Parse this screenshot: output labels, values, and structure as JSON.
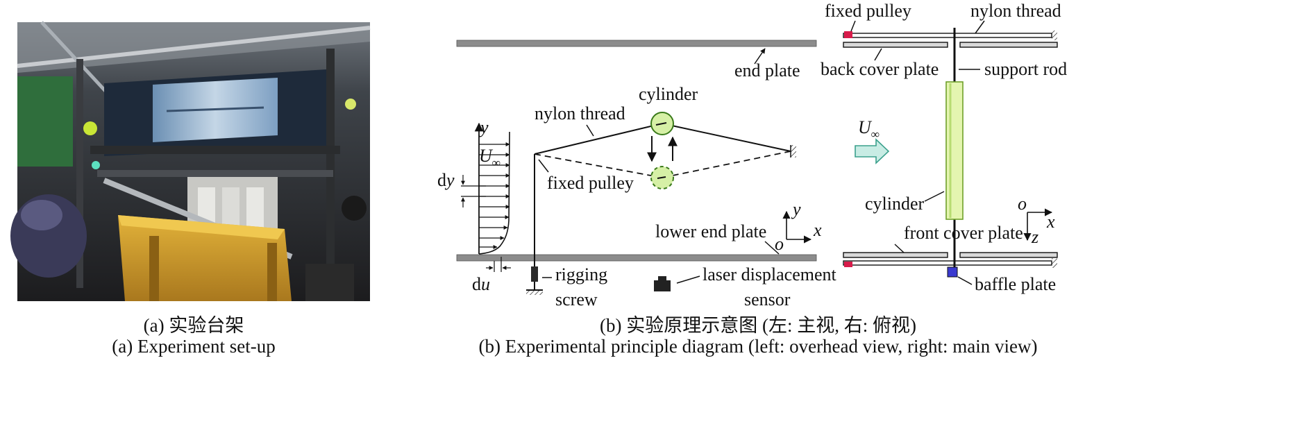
{
  "captions": {
    "a_cn": "(a) 实验台架",
    "a_en": "(a) Experiment set-up",
    "b_cn": "(b) 实验原理示意图 (左: 主视, 右: 俯视)",
    "b_en": "(b) Experimental principle diagram (left: overhead view, right: main view)"
  },
  "left_view": {
    "end_plate": "end plate",
    "cylinder": "cylinder",
    "nylon_thread": "nylon thread",
    "fixed_pulley": "fixed pulley",
    "lower_end_plate": "lower end plate",
    "rigging_screw_1": "rigging",
    "rigging_screw_2": "screw",
    "laser_1": "laser displacement",
    "laser_2": "sensor",
    "y": "y",
    "U": "U",
    "inf": "∞",
    "dy_d": "d",
    "dy_y": "y",
    "du_d": "d",
    "du_u": "u",
    "axis_y": "y",
    "axis_x": "x",
    "axis_o": "o"
  },
  "right_view": {
    "fixed_pulley": "fixed pulley",
    "nylon_thread": "nylon thread",
    "back_cover_plate": "back cover plate",
    "support_rod": "support rod",
    "U": "U",
    "inf": "∞",
    "cylinder": "cylinder",
    "front_cover_plate": "front cover plate",
    "baffle_plate": "baffle plate",
    "axis_o": "o",
    "axis_x": "x",
    "axis_z": "z"
  },
  "colors": {
    "plate_gray": "#8c8c8c",
    "cylinder_fill": "#d6f0a6",
    "cylinder_stroke": "#3a7a1a",
    "rod_fill": "#e4f5b0",
    "arrow_fill": "#c8ece4",
    "arrow_stroke": "#3aa08c",
    "pulley_red": "#d81b4a",
    "baffle_blue": "#3a3ad0"
  }
}
